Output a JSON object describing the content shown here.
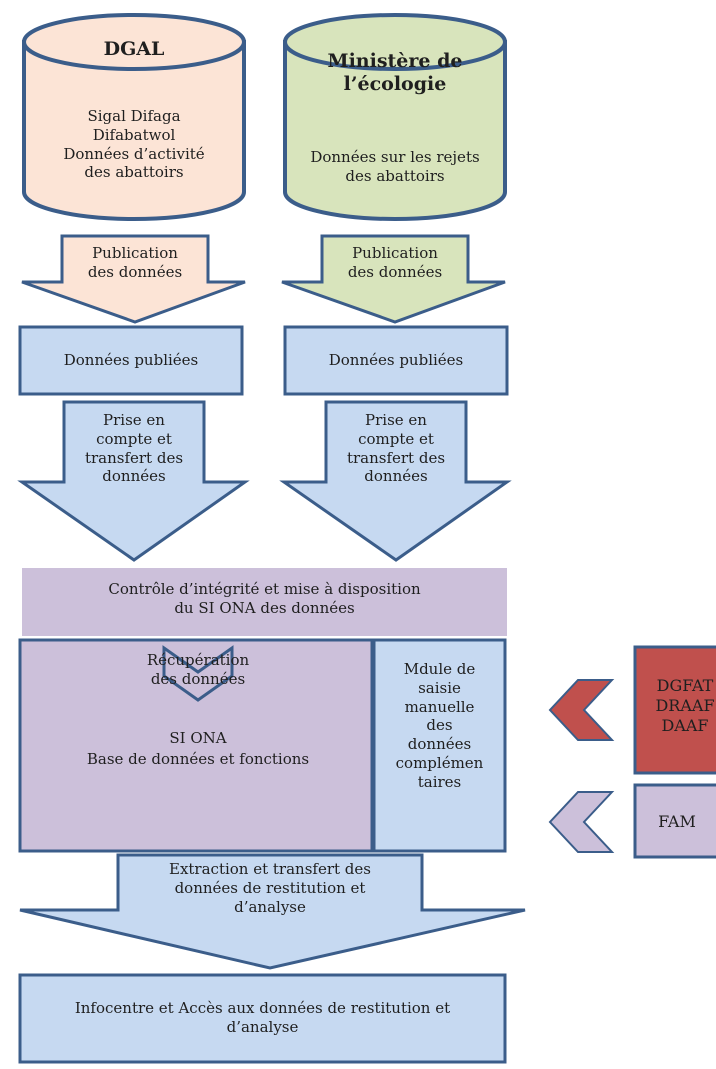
{
  "sources": [
    {
      "title": "DGAL",
      "body": "Sigal Difaga\nDifabatwol\nDonnées d’activité\ndes abattoirs",
      "publication": "Publication\ndes données",
      "published": "Données publiées",
      "transfer": "Prise en\ncompte et\ntransfert des\ndonnées",
      "color": "#fce4d6"
    },
    {
      "title": "Ministère de\nl’écologie",
      "body": "Données sur les rejets\ndes abattoirs",
      "publication": "Publication\ndes données",
      "published": "Données publiées",
      "transfer": "Prise en\ncompte et\ntransfert des\ndonnées",
      "color": "#d8e4bc"
    }
  ],
  "integrity_control": "Contrôle d’intégrité et mise à disposition\ndu SI ONA des données",
  "si_ona": {
    "retrieval": "Récupération\ndes données",
    "name": "SI ONA",
    "description": "Base de données et fonctions"
  },
  "manual_module": "Mdule de\nsaisie\nmanuelle\ndes\ndonnées\ncomplémen\ntaires",
  "external": [
    {
      "label": "DGFAT\nDRAAF\nDAAF",
      "color": "#c0504d"
    },
    {
      "label": "FAM",
      "color": "#ccc0da"
    }
  ],
  "extraction": "Extraction et transfert des\ndonnées de restitution et\nd’analyse",
  "infocentre": "Infocentre et Accès aux données de restitution et\nd’analyse",
  "colors": {
    "box_fill": "#c6d9f1",
    "box_stroke": "#3b5d8a",
    "control_fill": "#ccc0da",
    "si_fill": "#ccc0da"
  }
}
